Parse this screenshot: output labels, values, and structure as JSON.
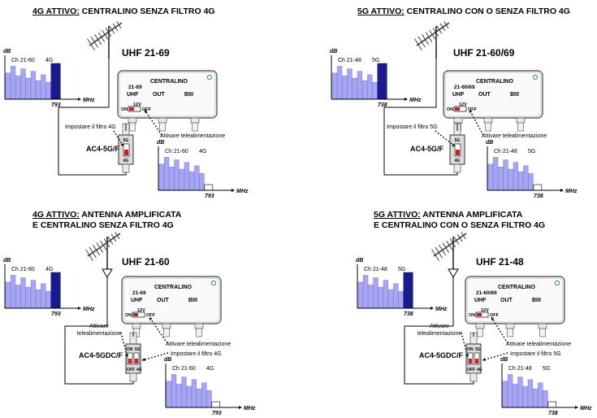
{
  "colors": {
    "bar_light": "#a6a6f2",
    "bar_light_edge": "#7a7ad8",
    "bar_dark": "#1a1aa6",
    "line": "#000000",
    "box_edge": "#444444",
    "led": "#2e9d2e",
    "switch_red": "#cc1f1f"
  },
  "labels": {
    "db": "dB",
    "mhz": "MHz",
    "centralino": "CENTRALINO",
    "uhf": "UHF",
    "out": "OUT",
    "biii": "BIII",
    "v12": "12V",
    "on": "ON",
    "off": "OFF",
    "g5": "5G",
    "g4": "4G",
    "g4_small": "4G",
    "g5_small": "5G",
    "attivare_tele": "Attivare telealimentazione",
    "attivare_tele_1": "Attivare",
    "attivare_tele_2": "telealimentazione"
  },
  "panels": [
    {
      "id": "tl",
      "title_hl": "4G ATTIVO:",
      "title_rest": " CENTRALINO SENZA FILTRO 4G",
      "title_line2": "",
      "uhf_label": "UHF 21-69",
      "box_band": "21-69",
      "chart_in": {
        "ch_label": "Ch 21-60",
        "g_label": "4G",
        "cutoff": "793"
      },
      "chart_out": {
        "ch_label": "Ch 21-60",
        "g_label": "4G",
        "cutoff": "793"
      },
      "filter_hint": "Impostare il filtro 4G",
      "filter_model": "AC4-5G/F",
      "amplified": false
    },
    {
      "id": "tr",
      "title_hl": "5G ATTIVO:",
      "title_rest": " CENTRALINO CON O SENZA FILTRO 4G",
      "title_line2": "",
      "uhf_label": "UHF 21-60/69",
      "box_band": "21-60/69",
      "chart_in": {
        "ch_label": "Ch 21-48",
        "g_label": "5G",
        "cutoff": "738"
      },
      "chart_out": {
        "ch_label": "Ch 21-48",
        "g_label": "5G",
        "cutoff": "738"
      },
      "filter_hint": "Impostare il filtro 5G",
      "filter_model": "AC4-5G/F",
      "amplified": false
    },
    {
      "id": "bl",
      "title_hl": "4G ATTIVO:",
      "title_rest": " ANTENNA AMPLIFICATA",
      "title_line2": "E CENTRALINO SENZA FILTRO 4G",
      "uhf_label": "UHF 21-60",
      "box_band": "21-69",
      "chart_in": {
        "ch_label": "Ch 21-60",
        "g_label": "4G",
        "cutoff": "793"
      },
      "chart_out": {
        "ch_label": "Ch 21-60",
        "g_label": "4G",
        "cutoff": "793"
      },
      "filter_hint": "Impostare il filtro 4G",
      "filter_model": "AC4-5GDC/F",
      "amplified": true
    },
    {
      "id": "br",
      "title_hl": "5G ATTIVO:",
      "title_rest": " ANTENNA AMPLIFICATA",
      "title_line2": "E CENTRALINO CON O  SENZA FILTRO 4G",
      "uhf_label": "UHF 21-48",
      "box_band": "21-60/69",
      "chart_in": {
        "ch_label": "Ch 21-48",
        "g_label": "5G",
        "cutoff": "738"
      },
      "chart_out": {
        "ch_label": "Ch 21-48",
        "g_label": "5G",
        "cutoff": "738"
      },
      "filter_hint": "Impostare il filtro 5G",
      "filter_model": "AC4-5GDC/F",
      "amplified": true
    }
  ]
}
